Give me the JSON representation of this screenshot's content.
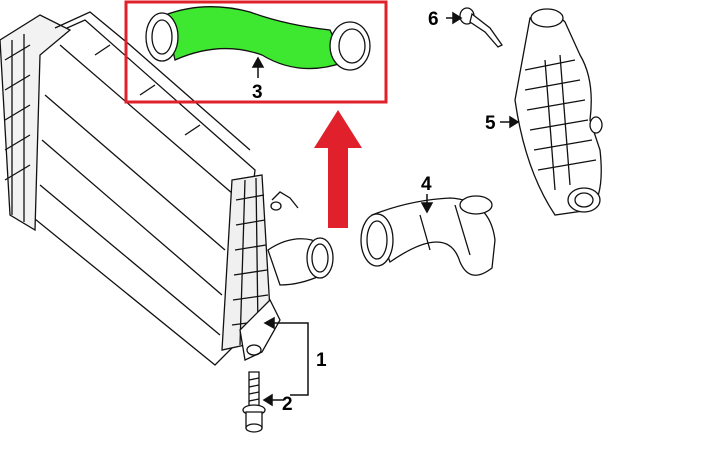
{
  "callouts": {
    "c1": "1",
    "c2": "2",
    "c3": "3",
    "c4": "4",
    "c5": "5",
    "c6": "6"
  },
  "colors": {
    "highlight_part": "#3ee830",
    "highlight_box": "#e0202a",
    "arrow": "#e0202a",
    "linework": "#111111"
  }
}
